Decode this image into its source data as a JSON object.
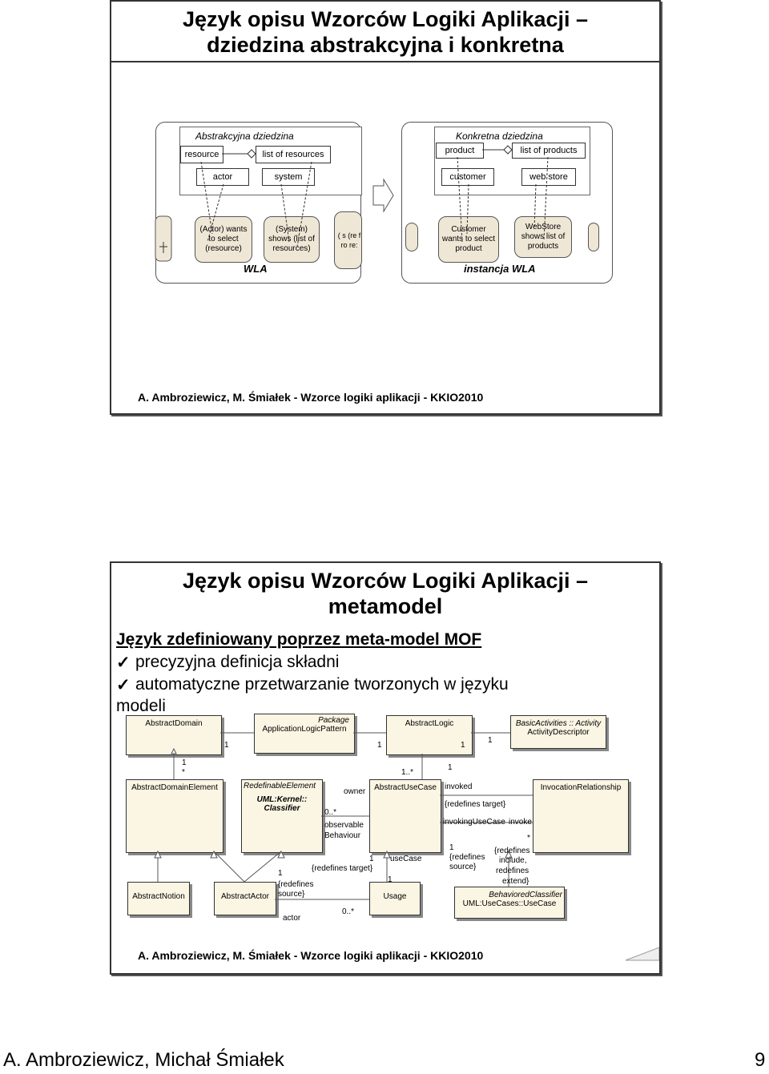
{
  "slide1": {
    "title_line1": "Język opisu Wzorców Logiki Aplikacji –",
    "title_line2": "dziedzina abstrakcyjna i konkretna",
    "abstract": {
      "heading": "Abstrakcyjna dziedzina",
      "resource": "resource",
      "list_resources": "list of resources",
      "actor": "actor",
      "system": "system"
    },
    "concrete": {
      "heading": "Konkretna dziedzina",
      "product": "product",
      "list_products": "list of products",
      "customer": "customer",
      "web_store": "web store"
    },
    "wla": {
      "dots": "…",
      "step1": "(Actor) wants to select (resource)",
      "step2": "(System) shows (list of resources)",
      "step3_fragment": "( s (re fro re:",
      "label": "WLA"
    },
    "instance": {
      "step1": "Customer wants to select product",
      "step2": "WebStore shows list of products",
      "label": "instancja WLA"
    },
    "footer": "A. Ambroziewicz, M. Śmiałek - Wzorce logiki aplikacji - KKIO2010"
  },
  "slide2": {
    "title_line1": "Język opisu Wzorców Logiki Aplikacji –",
    "title_line2": "metamodel",
    "intro": "Język zdefiniowany poprzez meta-model MOF",
    "bullet1": "precyzyjna definicja składni",
    "bullet2": "automatyczne przetwarzanie tworzonych w języku",
    "bullet2_cont": "modeli",
    "bullet_mark": "✓",
    "diagram": {
      "abstract_domain": "AbstractDomain",
      "package": "Package",
      "app_logic_pattern": "ApplicationLogicPattern",
      "abstract_logic": "AbstractLogic",
      "basic_activities": "BasicActivities :: Activity",
      "activity_descriptor": "ActivityDescriptor",
      "abstract_domain_element": "AbstractDomainElement",
      "redefinable_element": "RedefinableElement",
      "uml_kernel_classifier": "UML:Kernel:: Classifier",
      "abstract_use_case": "AbstractUseCase",
      "invocation_relationship": "InvocationRelationship",
      "abstract_notion": "AbstractNotion",
      "abstract_actor": "AbstractActor",
      "usage": "Usage",
      "behaviored_classifier": "BehavioredClassifier",
      "uml_use_cases": "UML:UseCases::UseCase",
      "m_one": "1",
      "m_star": "*",
      "m_one_many": "1..*",
      "m_zero_many": "0..*",
      "owner": "owner",
      "observable": "observable",
      "behaviour": "Behaviour",
      "invoked": "invoked",
      "redefines_target": "{redefines target}",
      "invoking_use_case": "invokingUseCase",
      "invoke": "invoke",
      "redefines_source_line1": "{redefines",
      "redefines_source_line2": "source}",
      "redefines_include_line1": "{redefines",
      "redefines_include_line2": "include,",
      "redefines_include_line3": "redefines",
      "redefines_include_line4": "extend}",
      "use_case": "useCase",
      "actor": "actor"
    },
    "footer": "A. Ambroziewicz, M. Śmiałek - Wzorce logiki aplikacji - KKIO2010"
  },
  "page_footer": {
    "authors": "A. Ambroziewicz, Michał Śmiałek",
    "page_number": "9"
  }
}
